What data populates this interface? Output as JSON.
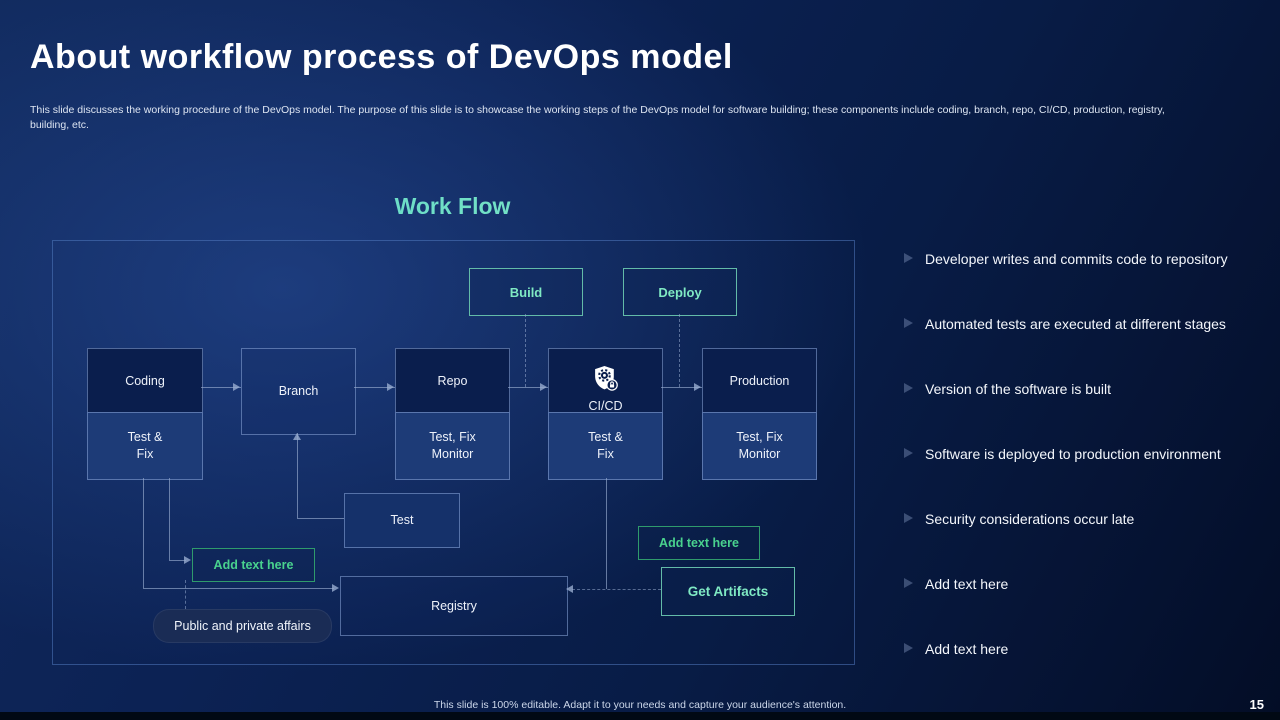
{
  "header": {
    "title": "About workflow process of DevOps model",
    "description": "This slide discusses the working procedure of the DevOps model. The purpose of this slide is to showcase the working steps of the DevOps model for software building; these components include coding, branch, repo, CI/CD, production, registry, building, etc."
  },
  "workflow": {
    "title": "Work Flow",
    "nodes": {
      "build": "Build",
      "deploy": "Deploy",
      "coding": "Coding",
      "branch": "Branch",
      "repo": "Repo",
      "cicd": "CI/CD",
      "production": "Production",
      "coding_sub": "Test &\nFix",
      "repo_sub": "Test, Fix\nMonitor",
      "cicd_sub": "Test &\nFix",
      "production_sub": "Test, Fix\nMonitor",
      "test": "Test",
      "registry": "Registry",
      "add_text_left": "Add text here",
      "add_text_right": "Add text here",
      "get_artifacts": "Get Artifacts",
      "pill": "Public and private affairs"
    },
    "icons": {
      "cicd": "shield-gear-lock-icon"
    }
  },
  "bullets": [
    "Developer writes and commits code to repository",
    "Automated tests are executed at different stages",
    "Version of the software is built",
    "Software is deployed to production environment",
    "Security considerations occur late",
    "Add text here",
    "Add text here"
  ],
  "footer": {
    "note": "This slide is 100% editable. Adapt it to your needs and capture your audience's attention.",
    "page_number": "15"
  },
  "colors": {
    "accent_teal": "#6FE3C1",
    "accent_green": "#49D28E",
    "background_top": "#10295C",
    "background_bottom": "#030D26",
    "box_fill_dark": "#0A1E4D",
    "box_fill_mid": "#1D3B77",
    "line": "#98ACD0"
  }
}
